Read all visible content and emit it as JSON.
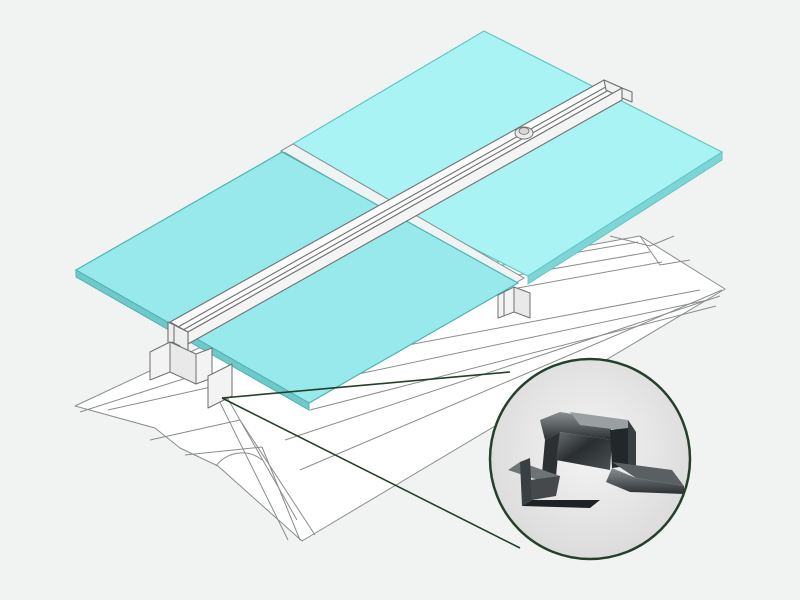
{
  "diagram": {
    "description_visible_text": "",
    "components": [
      {
        "id": "corrugated-roof-sheet",
        "color": "#ffffff",
        "outline": "#8a8d8c"
      },
      {
        "id": "glass-panel-back",
        "color": "#a8f2f4",
        "edge": "#5fc7c6"
      },
      {
        "id": "glass-panel-front",
        "color": "#8fe2e4",
        "edge": "#4fb3b2"
      },
      {
        "id": "mounting-rail",
        "color": "#fbfbfb",
        "outline": "#6e7170"
      },
      {
        "id": "mounting-bracket",
        "color": "#f4f4f4",
        "outline": "#6e7170"
      },
      {
        "id": "bolt-head",
        "color": "#e8e8e8"
      },
      {
        "id": "detail-zoom-circle",
        "stroke": "#25402a",
        "fill": "#e6e6e6"
      },
      {
        "id": "z-bracket-photo",
        "metal": "#2b2f30"
      }
    ],
    "leader_line_color": "#25402a"
  }
}
